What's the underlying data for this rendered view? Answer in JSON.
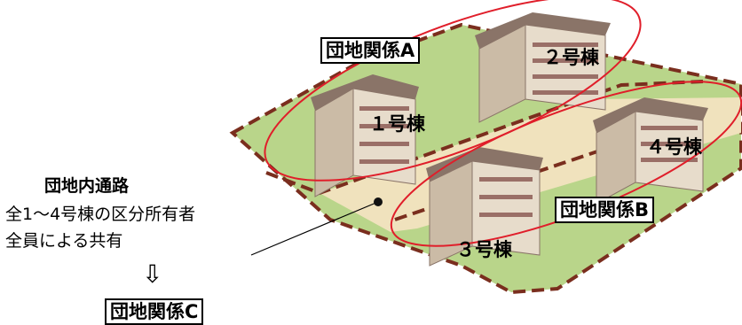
{
  "labels": {
    "group_a": "団地関係A",
    "group_b": "団地関係B",
    "group_c": "団地関係C",
    "bldg1": "１号棟",
    "bldg2": "２号棟",
    "bldg3": "３号棟",
    "bldg4": "４号棟",
    "road_title": "団地内通路",
    "road_line1": "全1～4号棟の区分所有者",
    "road_line2": "全員による共有",
    "arrow_glyph": "⇩"
  },
  "colors": {
    "lawn": "#b9d58a",
    "road": "#f0e2bd",
    "boundary": "#7a2e1e",
    "ellipse": "#e01e2a",
    "roof": "#8a7468",
    "wall": "#e7dccb",
    "wall_dark": "#cbbba6",
    "window": "#9a6f67"
  }
}
